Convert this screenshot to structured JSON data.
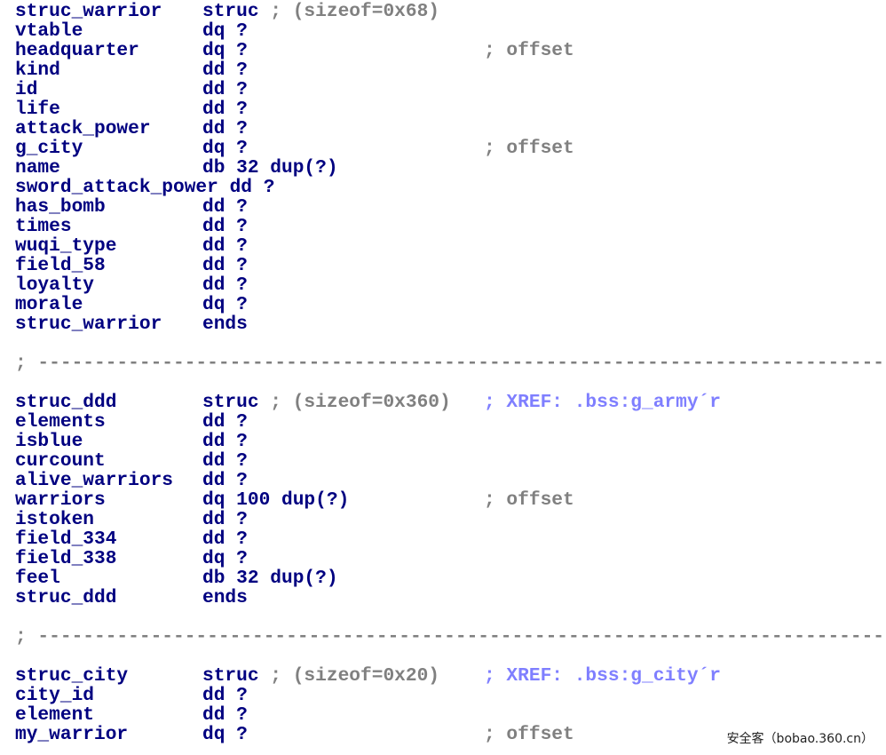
{
  "lines": [
    {
      "type": "struc",
      "name": "struc_warrior",
      "kw": "struc",
      "size": " ; (sizeof=0x68)",
      "comment": ""
    },
    {
      "type": "field",
      "name": "vtable",
      "dir": "dq ?",
      "comment": ""
    },
    {
      "type": "field",
      "name": "headquarter",
      "dir": "dq ?",
      "comment": "; offset"
    },
    {
      "type": "field",
      "name": "kind",
      "dir": "dd ?",
      "comment": ""
    },
    {
      "type": "field",
      "name": "id",
      "dir": "dd ?",
      "comment": ""
    },
    {
      "type": "field",
      "name": "life",
      "dir": "dd ?",
      "comment": ""
    },
    {
      "type": "field",
      "name": "attack_power",
      "dir": "dd ?",
      "comment": ""
    },
    {
      "type": "field",
      "name": "g_city",
      "dir": "dq ?",
      "comment": "; offset"
    },
    {
      "type": "field",
      "name": "name",
      "dir": "db 32 dup(?)",
      "comment": ""
    },
    {
      "type": "field",
      "name": "sword_attack_power dd ?",
      "dir": "",
      "comment": ""
    },
    {
      "type": "field",
      "name": "has_bomb",
      "dir": "dd ?",
      "comment": ""
    },
    {
      "type": "field",
      "name": "times",
      "dir": "dd ?",
      "comment": ""
    },
    {
      "type": "field",
      "name": "wuqi_type",
      "dir": "dd ?",
      "comment": ""
    },
    {
      "type": "field",
      "name": "field_58",
      "dir": "dd ?",
      "comment": ""
    },
    {
      "type": "field",
      "name": "loyalty",
      "dir": "dd ?",
      "comment": ""
    },
    {
      "type": "field",
      "name": "morale",
      "dir": "dq ?",
      "comment": ""
    },
    {
      "type": "field",
      "name": "struc_warrior",
      "dir": "ends",
      "comment": ""
    },
    {
      "type": "blank"
    },
    {
      "type": "sep",
      "text": "; ---------------------------------------------------------------------------"
    },
    {
      "type": "blank"
    },
    {
      "type": "struc",
      "name": "struc_ddd",
      "kw": "struc",
      "size": " ; (sizeof=0x360)",
      "comment": "; XREF: .bss:g_army´r",
      "xref": true
    },
    {
      "type": "field",
      "name": "elements",
      "dir": "dd ?",
      "comment": ""
    },
    {
      "type": "field",
      "name": "isblue",
      "dir": "dd ?",
      "comment": ""
    },
    {
      "type": "field",
      "name": "curcount",
      "dir": "dd ?",
      "comment": ""
    },
    {
      "type": "field",
      "name": "alive_warriors",
      "dir": "dd ?",
      "comment": ""
    },
    {
      "type": "field",
      "name": "warriors",
      "dir": "dq 100 dup(?)",
      "comment": "; offset"
    },
    {
      "type": "field",
      "name": "istoken",
      "dir": "dd ?",
      "comment": ""
    },
    {
      "type": "field",
      "name": "field_334",
      "dir": "dd ?",
      "comment": ""
    },
    {
      "type": "field",
      "name": "field_338",
      "dir": "dq ?",
      "comment": ""
    },
    {
      "type": "field",
      "name": "feel",
      "dir": "db 32 dup(?)",
      "comment": ""
    },
    {
      "type": "field",
      "name": "struc_ddd",
      "dir": "ends",
      "comment": ""
    },
    {
      "type": "blank"
    },
    {
      "type": "sep",
      "text": "; ---------------------------------------------------------------------------"
    },
    {
      "type": "blank"
    },
    {
      "type": "struc",
      "name": "struc_city",
      "kw": "struc",
      "size": " ; (sizeof=0x20)",
      "comment": "; XREF: .bss:g_city´r",
      "xref": true
    },
    {
      "type": "field",
      "name": "city_id",
      "dir": "dd ?",
      "comment": ""
    },
    {
      "type": "field",
      "name": "element",
      "dir": "dd ?",
      "comment": ""
    },
    {
      "type": "field",
      "name": "my_warrior",
      "dir": "dq ?",
      "comment": "; offset"
    }
  ],
  "watermark": "安全客（bobao.360.cn）",
  "colors": {
    "name": "#000080",
    "directive": "#000080",
    "comment": "#808080",
    "xref": "#7f7fff",
    "background": "#ffffff"
  }
}
